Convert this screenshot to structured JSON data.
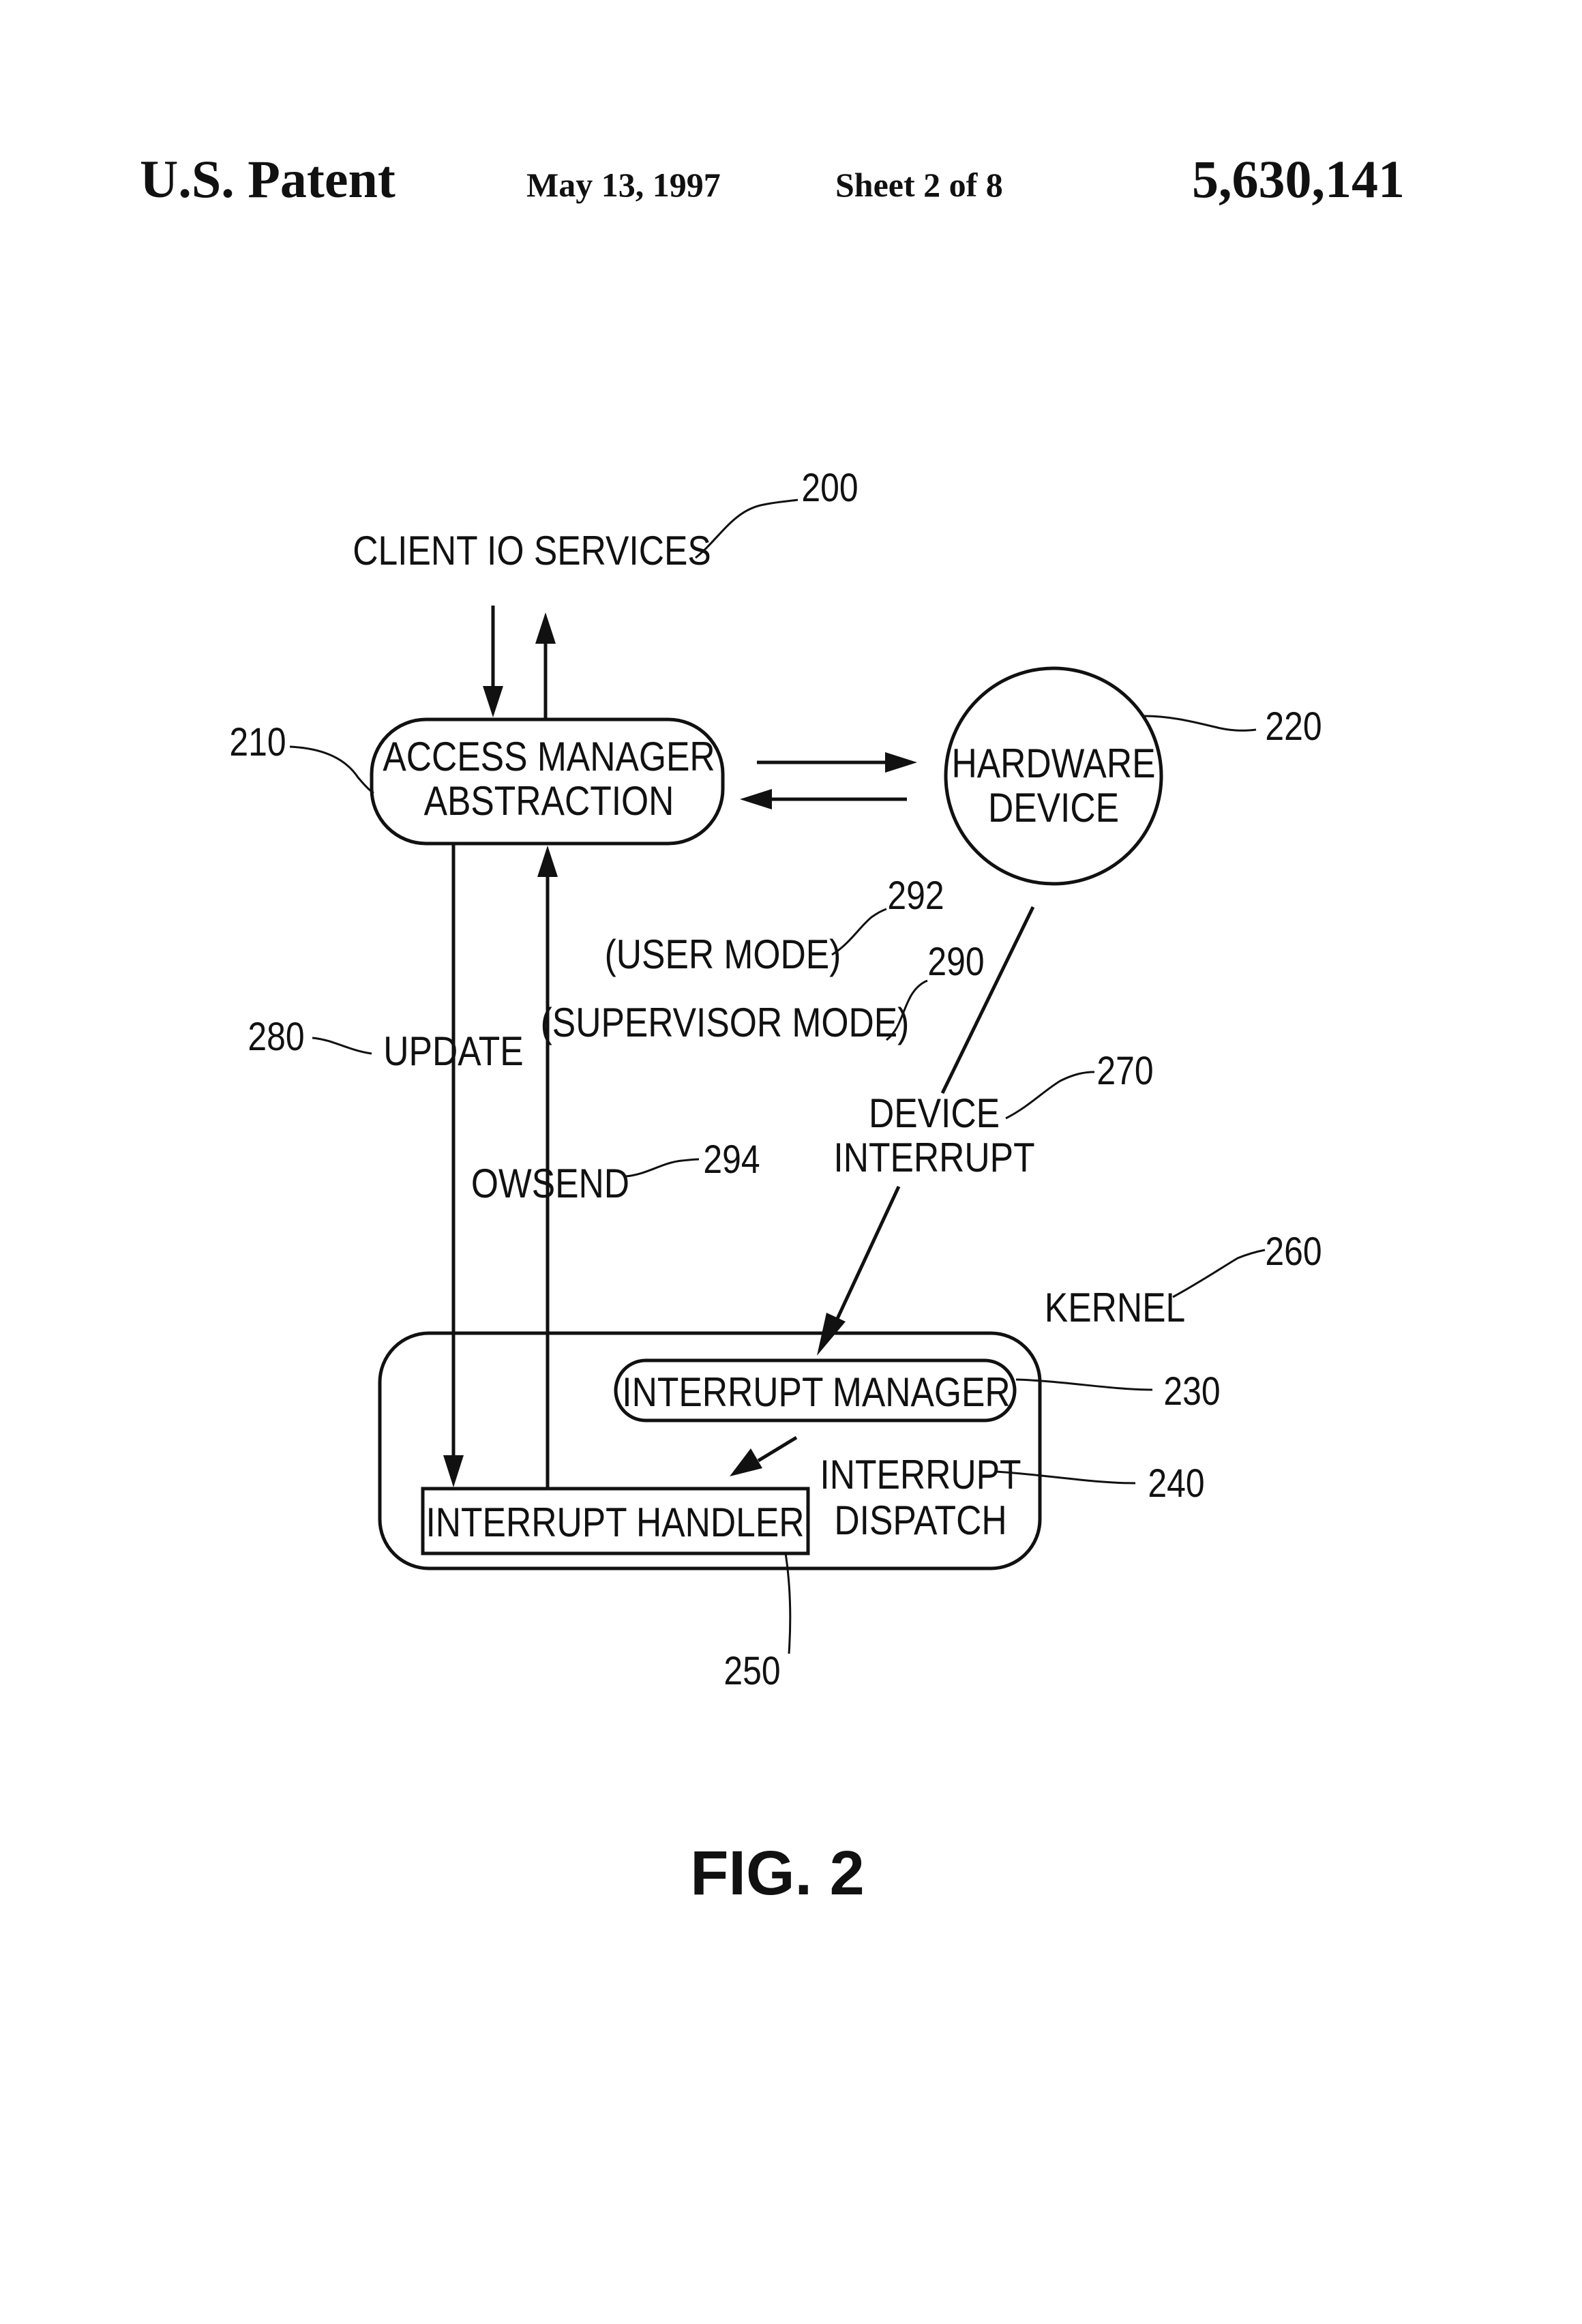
{
  "header": {
    "title": "U.S. Patent",
    "date": "May 13, 1997",
    "sheet": "Sheet 2 of 8",
    "patent_number": "5,630,141"
  },
  "diagram": {
    "client_io_services": "CLIENT IO SERVICES",
    "access_manager_line1": "ACCESS MANAGER",
    "access_manager_line2": "ABSTRACTION",
    "hardware_device_line1": "HARDWARE",
    "hardware_device_line2": "DEVICE",
    "user_mode": "(USER MODE)",
    "supervisor_mode": "(SUPERVISOR MODE)",
    "update": "UPDATE",
    "owsend": "OWSEND",
    "device_interrupt_line1": "DEVICE",
    "device_interrupt_line2": "INTERRUPT",
    "kernel": "KERNEL",
    "interrupt_manager": "INTERRUPT MANAGER",
    "interrupt_dispatch_line1": "INTERRUPT",
    "interrupt_dispatch_line2": "DISPATCH",
    "interrupt_handler": "INTERRUPT HANDLER",
    "refs": {
      "r200": "200",
      "r210": "210",
      "r220": "220",
      "r230": "230",
      "r240": "240",
      "r250": "250",
      "r260": "260",
      "r270": "270",
      "r280": "280",
      "r290": "290",
      "r292": "292",
      "r294": "294"
    }
  },
  "figure_label": "FIG. 2"
}
